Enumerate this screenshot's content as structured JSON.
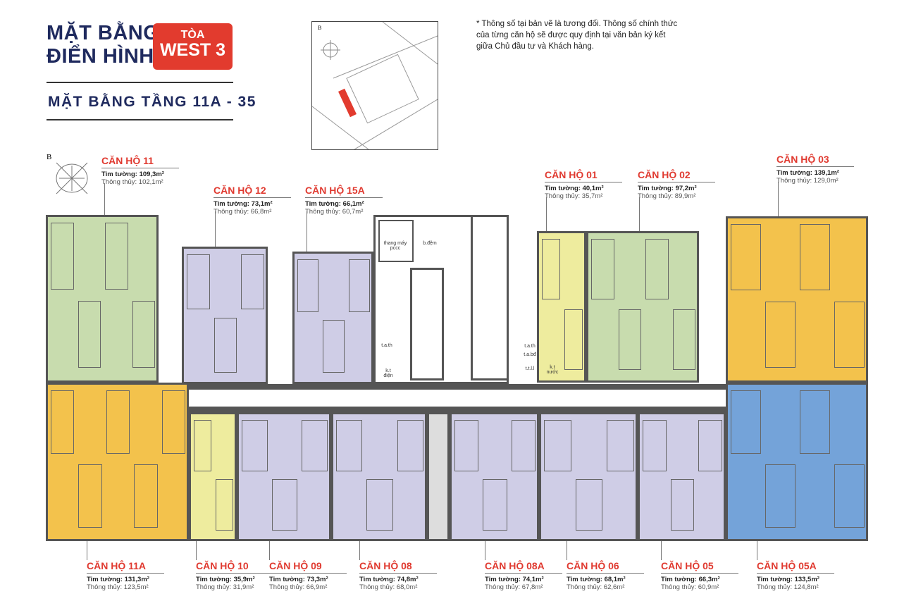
{
  "header": {
    "title_line1": "MẶT BẰNG",
    "title_line2": "ĐIỂN HÌNH",
    "badge_top": "TÒA",
    "badge_bottom": "WEST 3",
    "subtitle": "MẶT BẰNG TẦNG 11A - 35"
  },
  "note": "* Thông số tại bản vẽ là tương đối. Thông số chính thức của từng căn hộ sẽ được quy định tại văn bản ký kết giữa Chủ đầu tư và Khách hàng.",
  "compass": {
    "north_label": "B"
  },
  "key_map": {
    "north_label": "B"
  },
  "core_labels": [
    "thang máy pccc",
    "b.đệm",
    "t.a.th",
    "k.t điện",
    "t.a.th",
    "t.a.bđ",
    "t.t.l.l",
    "k.t nước"
  ],
  "colors": {
    "green": "#c8dcae",
    "lavender": "#cfcde6",
    "orange": "#f3c24c",
    "pale_yellow": "#eeec9e",
    "blue": "#74a3d9",
    "accent_red": "#e23b2e",
    "navy": "#1f2a5e"
  },
  "units": [
    {
      "name": "CĂN HỘ 11",
      "tim_tuong": "Tim tường: 109,3m²",
      "thong_thuy": "Thông thủy: 102,1m²",
      "color": "green"
    },
    {
      "name": "CĂN HỘ 12",
      "tim_tuong": "Tim tường: 73,1m²",
      "thong_thuy": "Thông thủy: 66,8m²",
      "color": "lavender"
    },
    {
      "name": "CĂN HỘ 15A",
      "tim_tuong": "Tim tường: 66,1m²",
      "thong_thuy": "Thông thủy: 60,7m²",
      "color": "lavender"
    },
    {
      "name": "CĂN HỘ 01",
      "tim_tuong": "Tim tường: 40,1m²",
      "thong_thuy": "Thông thủy: 35,7m²",
      "color": "pale_yellow"
    },
    {
      "name": "CĂN HỘ 02",
      "tim_tuong": "Tim tường: 97,2m²",
      "thong_thuy": "Thông thủy: 89,9m²",
      "color": "green"
    },
    {
      "name": "CĂN HỘ 03",
      "tim_tuong": "Tim tường: 139,1m²",
      "thong_thuy": "Thông thủy: 129,0m²",
      "color": "orange"
    },
    {
      "name": "CĂN HỘ 11A",
      "tim_tuong": "Tim tường: 131,3m²",
      "thong_thuy": "Thông thủy: 123,5m²",
      "color": "orange"
    },
    {
      "name": "CĂN HỘ 10",
      "tim_tuong": "Tim tường: 35,9m²",
      "thong_thuy": "Thông thủy: 31,9m²",
      "color": "pale_yellow"
    },
    {
      "name": "CĂN HỘ 09",
      "tim_tuong": "Tim tường: 73,3m²",
      "thong_thuy": "Thông thủy: 66,9m²",
      "color": "lavender"
    },
    {
      "name": "CĂN HỘ 08",
      "tim_tuong": "Tim tường: 74,8m²",
      "thong_thuy": "Thông thủy: 68,0m²",
      "color": "lavender"
    },
    {
      "name": "CĂN HỘ 08A",
      "tim_tuong": "Tim tường: 74,1m²",
      "thong_thuy": "Thông thủy: 67,8m²",
      "color": "lavender"
    },
    {
      "name": "CĂN HỘ 06",
      "tim_tuong": "Tim tường: 68,1m²",
      "thong_thuy": "Thông thủy: 62,6m²",
      "color": "lavender"
    },
    {
      "name": "CĂN HỘ 05",
      "tim_tuong": "Tim tường: 66,3m²",
      "thong_thuy": "Thông thủy: 60,9m²",
      "color": "lavender"
    },
    {
      "name": "CĂN HỘ 05A",
      "tim_tuong": "Tim tường: 133,5m²",
      "thong_thuy": "Thông thủy: 124,8m²",
      "color": "blue"
    }
  ]
}
